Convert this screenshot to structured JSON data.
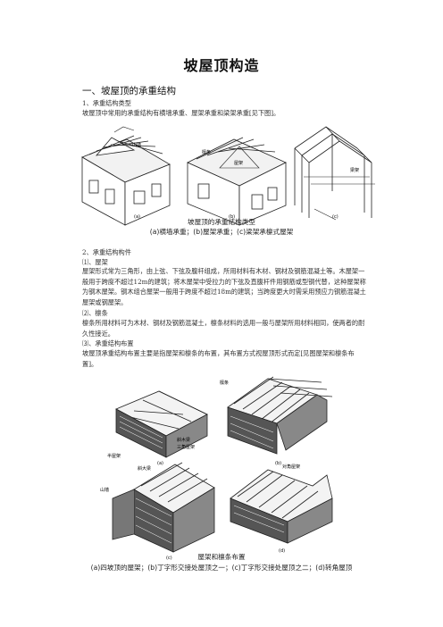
{
  "title": "坡屋顶构造",
  "section1": {
    "heading": "一、坡屋顶的承重结构",
    "sub1": "1、承重结构类型",
    "intro": "坡屋顶中常用的承重结构有横墙承重、屋架承重和梁架承重[见下图]。",
    "figure1": {
      "labels": {
        "shanqiang": "山墙",
        "linjiao": "檩条",
        "wujia": "屋架",
        "liangjia": "梁架",
        "a": "(a)",
        "b": "(b)",
        "c": "(c)"
      },
      "caption": "坡屋顶的承重结构类型",
      "subcaption": "(a)横墙承重；(b)屋架承重；(c)梁架承檩式屋架"
    },
    "sub2": "2、承重结构构件",
    "sub2_1": "⑴、屋架",
    "para_truss": "屋架形式常为三角形，由上弦、下弦及腹杆组成，所用材料有木材、钢材及钢筋混凝土等。木屋架一般用于跨度不超过12m的建筑；将木屋架中受拉力的下弦及直腹杆件用钢筋或型钢代替，这种屋架称为钢木屋架。钢木组合屋架一般用于跨度不超过18m的建筑；当跨度更大时需采用预应力钢筋混凝土屋架或钢屋架。",
    "sub2_2": "⑵、檩条",
    "para_purlin": "檩条所用材料可为木材、钢材及钢筋混凝土，檩条材料的选用一般与屋架所用材料相同，使两者的耐久性接近。",
    "sub2_3": "⑶、承重结构布置",
    "para_layout": "坡屋顶承重结构布置主要是指屋架和檩条的布置，其布置方式视屋顶形式而定[见图屋架和檩条布置]。",
    "figure2": {
      "labels": {
        "xiejiaoliang": "斜木梁",
        "sanjiaowujia": "三角屋架",
        "banwujia": "半屋架",
        "linjiao": "檩条",
        "xiedaliang": "斜大梁",
        "shanqiang": "山墙",
        "duijiaowujia": "对角屋架",
        "a": "(a)",
        "b": "(b)",
        "c": "(c)",
        "d": "(d)"
      },
      "caption": "屋架和檩条布置",
      "subcaption": "(a)四坡顶的屋架；(b)丁字形交接处屋顶之一；(c)丁字形交接处屋顶之二；(d)转角屋顶"
    }
  }
}
